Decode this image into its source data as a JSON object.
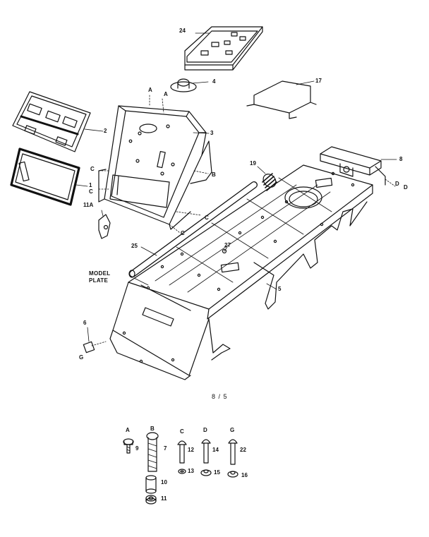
{
  "callouts": {
    "p24": "24",
    "p4": "4",
    "p17": "17",
    "p2": "2",
    "p3": "3",
    "p1": "1",
    "p11a": "11A",
    "p19": "19",
    "p8": "8",
    "p25": "25",
    "p27": "27",
    "p5": "5",
    "p6": "6",
    "model_plate_1": "MODEL",
    "model_plate_2": "PLATE",
    "g_left": "G",
    "a1": "A",
    "a2": "A",
    "b1": "B",
    "c1": "C",
    "c2": "C",
    "c3": "C",
    "c4": "C",
    "d1": "D",
    "d2": "D"
  },
  "page_ref": "8 / 5",
  "hardware": {
    "a": "A",
    "a_num": "9",
    "b": "B",
    "b_num": "7",
    "c": "C",
    "c_num": "12",
    "d": "D",
    "d_num": "14",
    "g": "G",
    "g_num": "22",
    "n10": "10",
    "n11": "11",
    "n13": "13",
    "n15": "15",
    "n16": "16"
  },
  "colors": {
    "ink": "#111111",
    "paper": "#ffffff"
  }
}
